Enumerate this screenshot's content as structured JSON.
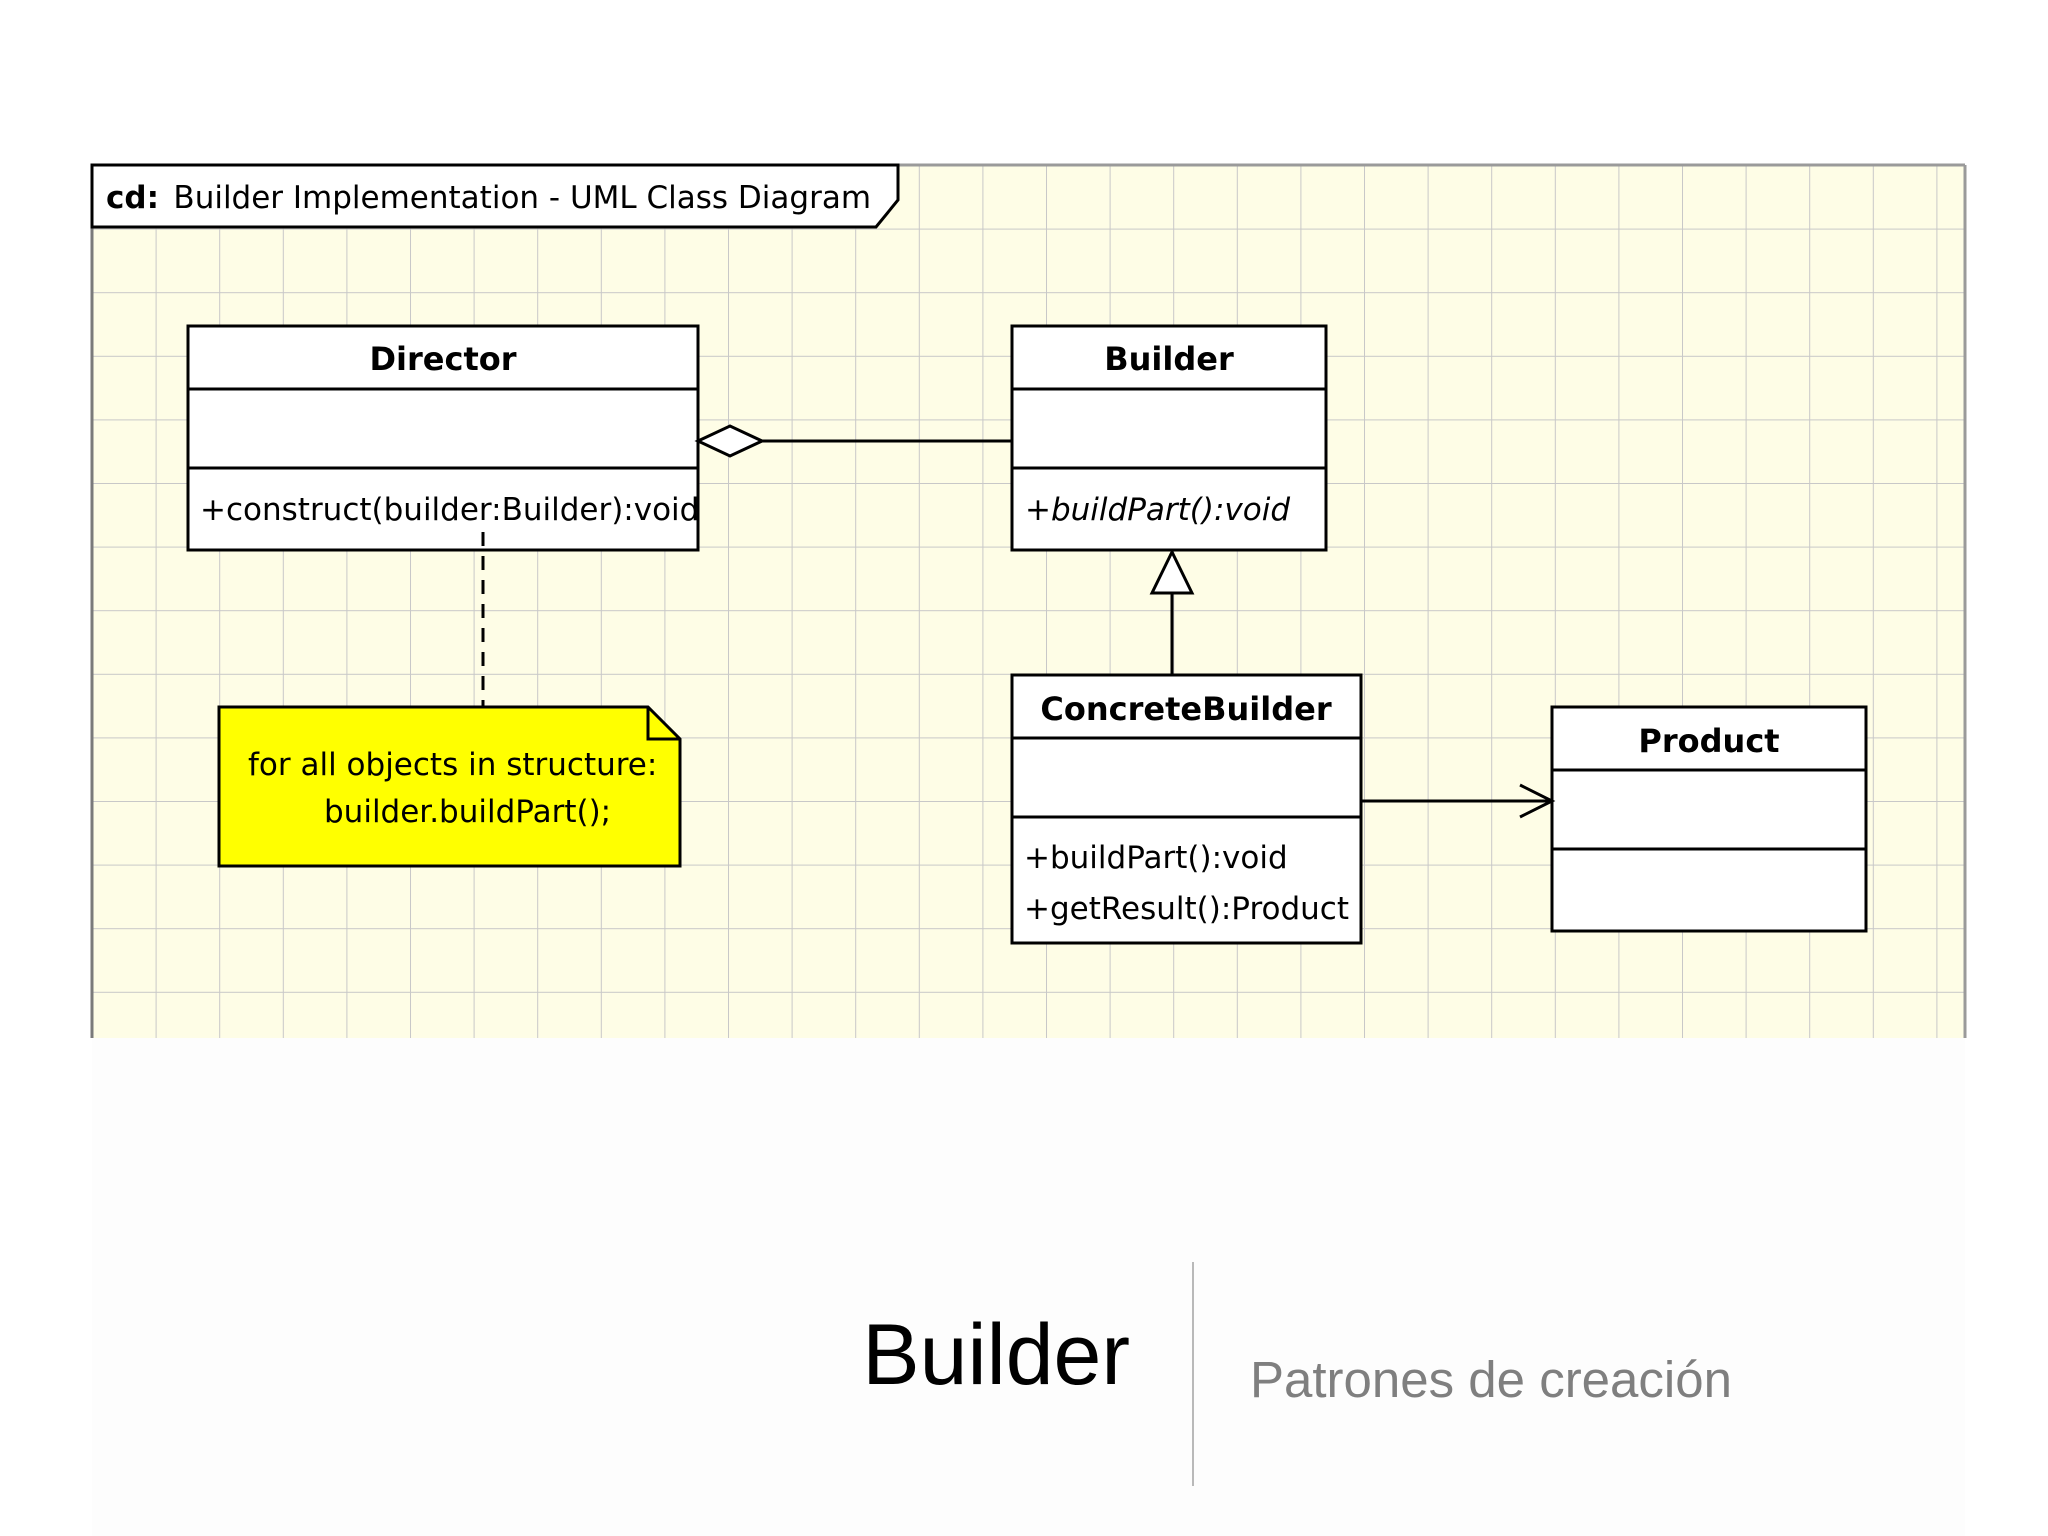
{
  "slide": {
    "title": "Builder",
    "subtitle": "Patrones de creación"
  },
  "diagram": {
    "frame_prefix": "cd:",
    "frame_title": "Builder Implementation - UML Class Diagram",
    "classes": {
      "director": {
        "name": "Director",
        "operations": [
          "+construct(builder:Builder):void"
        ]
      },
      "builder": {
        "name": "Builder",
        "operations": [
          "+buildPart():void"
        ]
      },
      "concrete_builder": {
        "name": "ConcreteBuilder",
        "operations": [
          "+buildPart():void",
          "+getResult():Product"
        ]
      },
      "product": {
        "name": "Product",
        "operations": []
      }
    },
    "note": {
      "lines": [
        "for all objects in structure:",
        "builder.buildPart();"
      ]
    },
    "colors": {
      "grid_background": "#fefde6",
      "grid_line": "#c8c8c8",
      "note_fill": "#ffff00",
      "class_fill": "#ffffff",
      "line": "#000000"
    }
  }
}
